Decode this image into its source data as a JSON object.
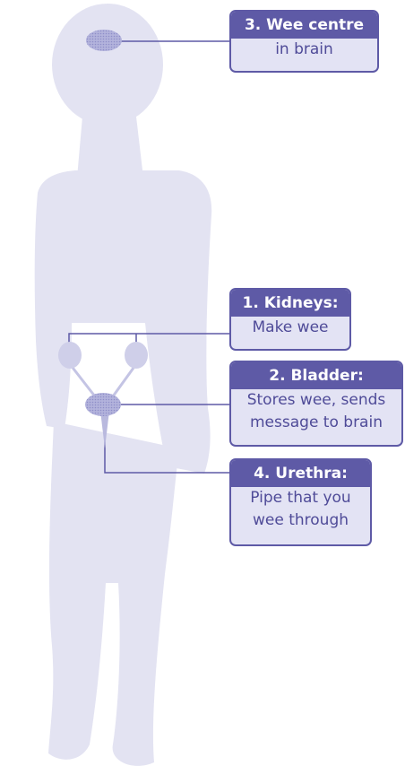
{
  "colors": {
    "silhouette": "#e3e3f2",
    "organ": "#a3a3d4",
    "organ_fill": "#b9b9de",
    "accent": "#5e5aa6",
    "callout_bg": "#e3e3f4"
  },
  "callouts": {
    "brain": {
      "title": "3. Wee centre",
      "lines": [
        "in brain"
      ]
    },
    "kidneys": {
      "title": "1. Kidneys:",
      "lines": [
        "Make wee"
      ]
    },
    "bladder": {
      "title": "2. Bladder:",
      "lines": [
        "Stores wee, sends",
        "message to brain"
      ]
    },
    "urethra": {
      "title": "4. Urethra:",
      "lines": [
        "Pipe that you",
        "wee through"
      ]
    }
  }
}
